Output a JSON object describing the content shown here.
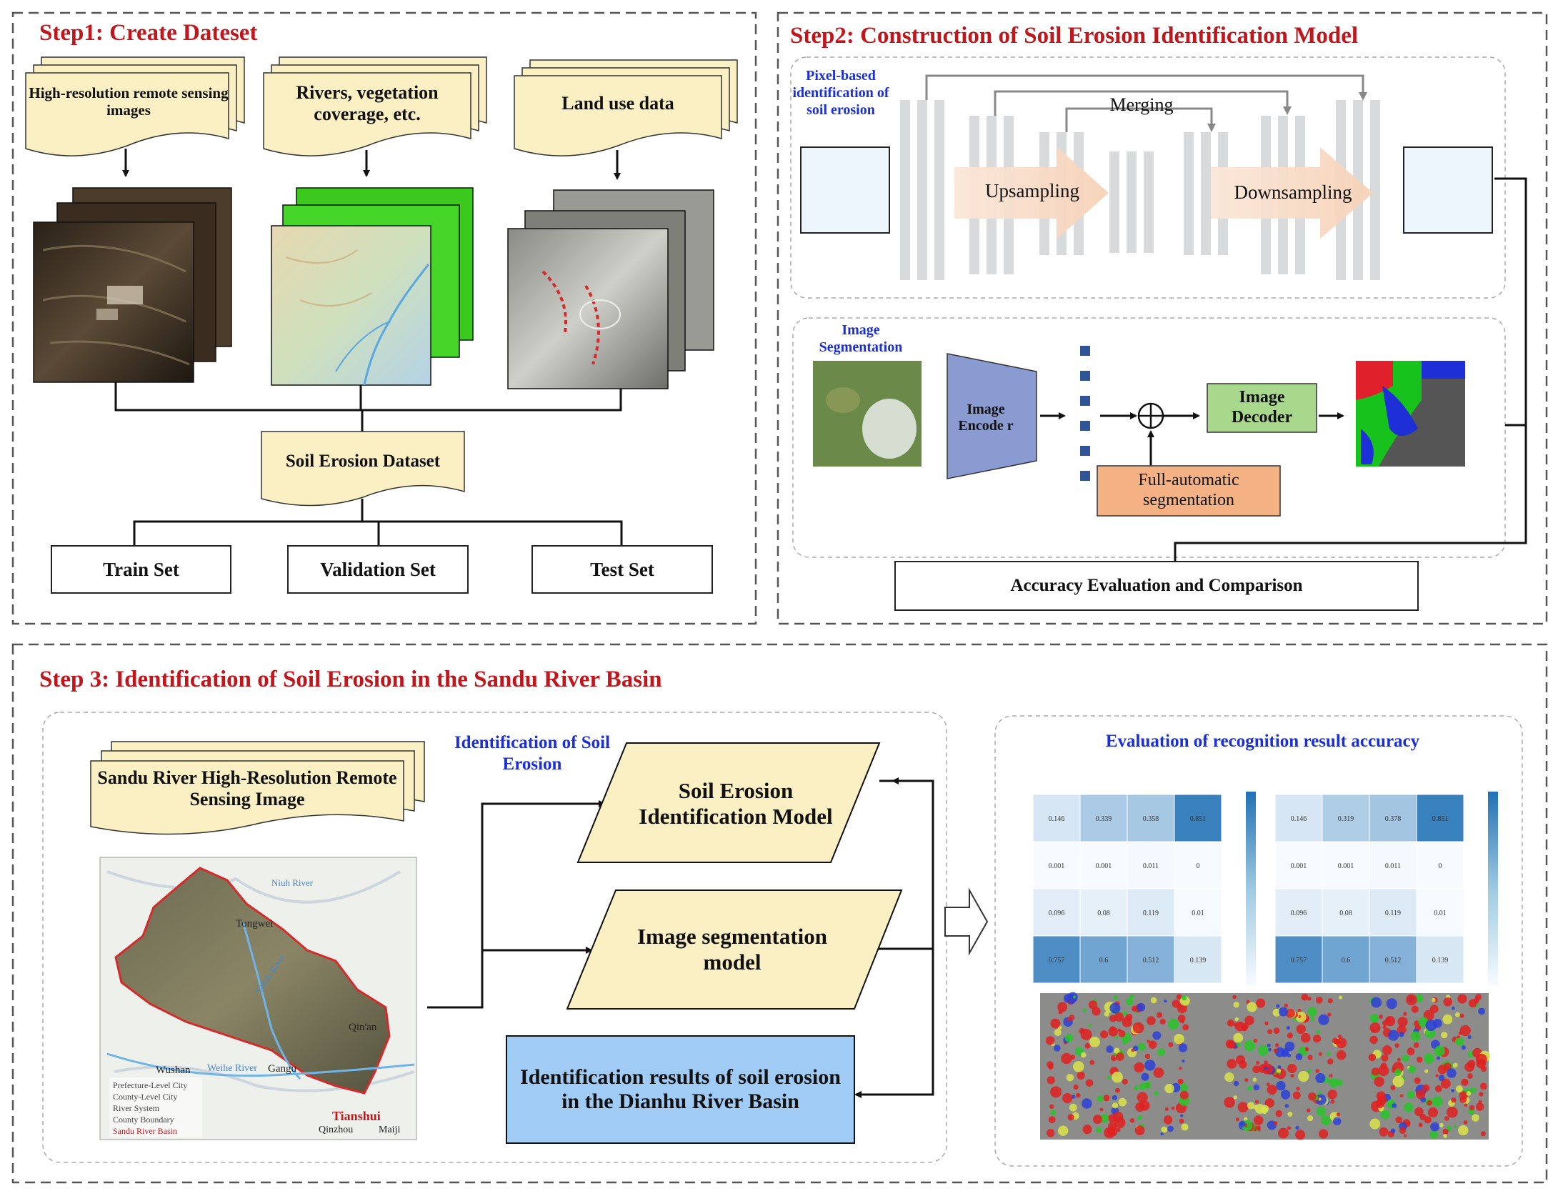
{
  "step1": {
    "title": "Step1: Create Dateset",
    "sources": [
      {
        "label": "High-resolution remote sensing images"
      },
      {
        "label": "Rivers, vegetation coverage, etc."
      },
      {
        "label": "Land use data"
      }
    ],
    "dataset": "Soil Erosion Dataset",
    "splits": [
      "Train Set",
      "Validation Set",
      "Test Set"
    ]
  },
  "step2": {
    "title": "Step2: Construction of Soil Erosion Identification Model",
    "pixel_label": "Pixel-based identification of soil erosion",
    "merging": "Merging",
    "upsampling": "Upsampling",
    "downsampling": "Downsampling",
    "seg_label": "Image Segmentation",
    "encoder": "Image Encode r",
    "decoder": "Image Decoder",
    "full_auto": "Full-automatic segmentation",
    "accuracy": "Accuracy Evaluation and Comparison"
  },
  "step3": {
    "title": "Step 3: Identification of Soil Erosion in the Sandu River Basin",
    "source": "Sandu River High-Resolution Remote Sensing Image",
    "ident_label": "Identification of Soil Erosion",
    "model1": "Soil Erosion Identification Model",
    "model2": "Image segmentation model",
    "results": "Identification results of soil erosion in the Dianhu River Basin",
    "eval_title": "Evaluation of recognition result accuracy",
    "map": {
      "places": [
        "Tongwei",
        "Qin'an",
        "Wushan",
        "Gangu",
        "Tianshui",
        "Qinzhou",
        "Maiji"
      ],
      "rivers": [
        "Sandu River",
        "Weihe River",
        "Niuh River"
      ],
      "legend": [
        "Prefecture-Level City",
        "County-Level City",
        "River System",
        "County Boundary",
        "Sandu River Basin"
      ]
    }
  },
  "chart_data": [
    {
      "type": "heatmap",
      "values": [
        [
          0.146,
          0.339,
          0.358,
          0.851
        ],
        [
          0.001,
          0.001,
          0.011,
          0
        ],
        [
          0.096,
          0.08,
          0.119,
          0.01
        ],
        [
          0.757,
          0.6,
          0.512,
          0.139
        ]
      ],
      "colorbar_range": [
        0,
        0.96
      ]
    },
    {
      "type": "heatmap",
      "values": [
        [
          0.146,
          0.319,
          0.378,
          0.851
        ],
        [
          0.001,
          0.001,
          0.011,
          0
        ],
        [
          0.096,
          0.08,
          0.119,
          0.01
        ],
        [
          0.757,
          0.6,
          0.512,
          0.139
        ]
      ],
      "colorbar_range": [
        0,
        0.96
      ]
    }
  ],
  "colors": {
    "title_red": "#c0171d",
    "label_blue": "#1b2fd6",
    "paper_fill": "#fbefc4",
    "encoder_fill": "#8a9bd1",
    "decoder_fill": "#a7d88b",
    "auto_fill": "#f4b183",
    "results_fill": "#9fcbf5",
    "arrow_fill": "#f7dcc8",
    "unet_bar": "#d9dadc"
  }
}
